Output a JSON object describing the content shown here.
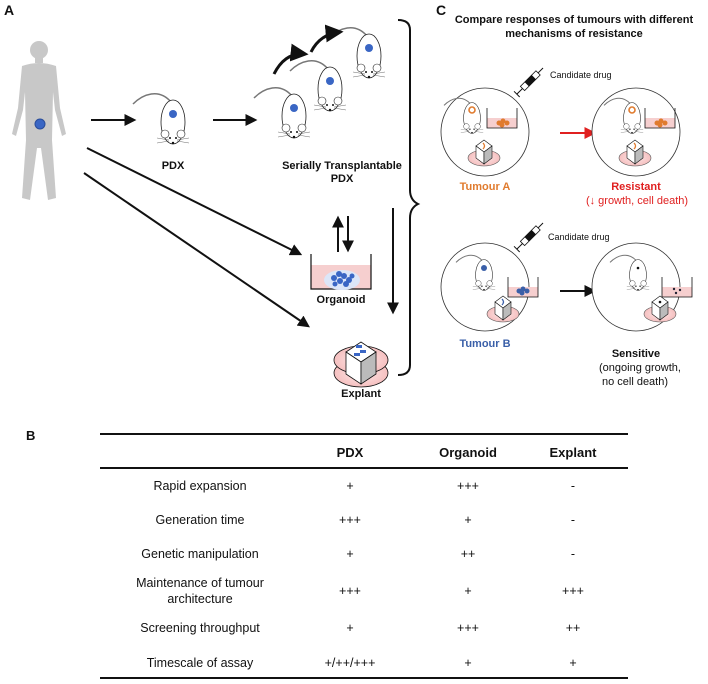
{
  "panel_a": {
    "letter": "A",
    "pdx_label": "PDX",
    "serial_label_line1": "Serially Transplantable",
    "serial_label_line2": "PDX",
    "organoid_label": "Organoid",
    "explant_label": "Explant",
    "colors": {
      "tumour_blue": "#3a66c4",
      "human_grey": "#c8c8c8",
      "media_pink": "#f6cfcf"
    }
  },
  "panel_b": {
    "letter": "B",
    "stray_label": "Explant",
    "table": {
      "headers": [
        "",
        "PDX",
        "Organoid",
        "Explant"
      ],
      "rows": [
        {
          "label": "Rapid expansion",
          "pdx": "+",
          "organoid": "+++",
          "explant": "-"
        },
        {
          "label": "Generation time",
          "pdx": "+++",
          "organoid": "+",
          "explant": "-"
        },
        {
          "label": "Genetic manipulation",
          "pdx": "+",
          "organoid": "++",
          "explant": "-"
        },
        {
          "label_line1": "Maintenance of tumour",
          "label_line2": "architecture",
          "pdx": "+++",
          "organoid": "+",
          "explant": "+++"
        },
        {
          "label": "Screening throughput",
          "pdx": "+",
          "organoid": "+++",
          "explant": "++"
        },
        {
          "label": "Timescale of assay",
          "pdx": "+/++/+++",
          "organoid": "+",
          "explant": "+"
        }
      ]
    }
  },
  "panel_c": {
    "letter": "C",
    "title_line1": "Compare responses of tumours with different",
    "title_line2": "mechanisms of resistance",
    "drug_label": "Candidate drug",
    "tumour_a": "Tumour A",
    "tumour_b": "Tumour B",
    "resistant_label": "Resistant",
    "resistant_detail": "(↓ growth, cell death)",
    "sensitive_label": "Sensitive",
    "sensitive_detail_line1": "(ongoing growth,",
    "sensitive_detail_line2": "no cell death)",
    "colors": {
      "tumour_a_orange": "#e07b2e",
      "tumour_b_blue": "#3a5fa8",
      "resistant_red": "#e02020",
      "sensitive_black": "#111111"
    }
  }
}
